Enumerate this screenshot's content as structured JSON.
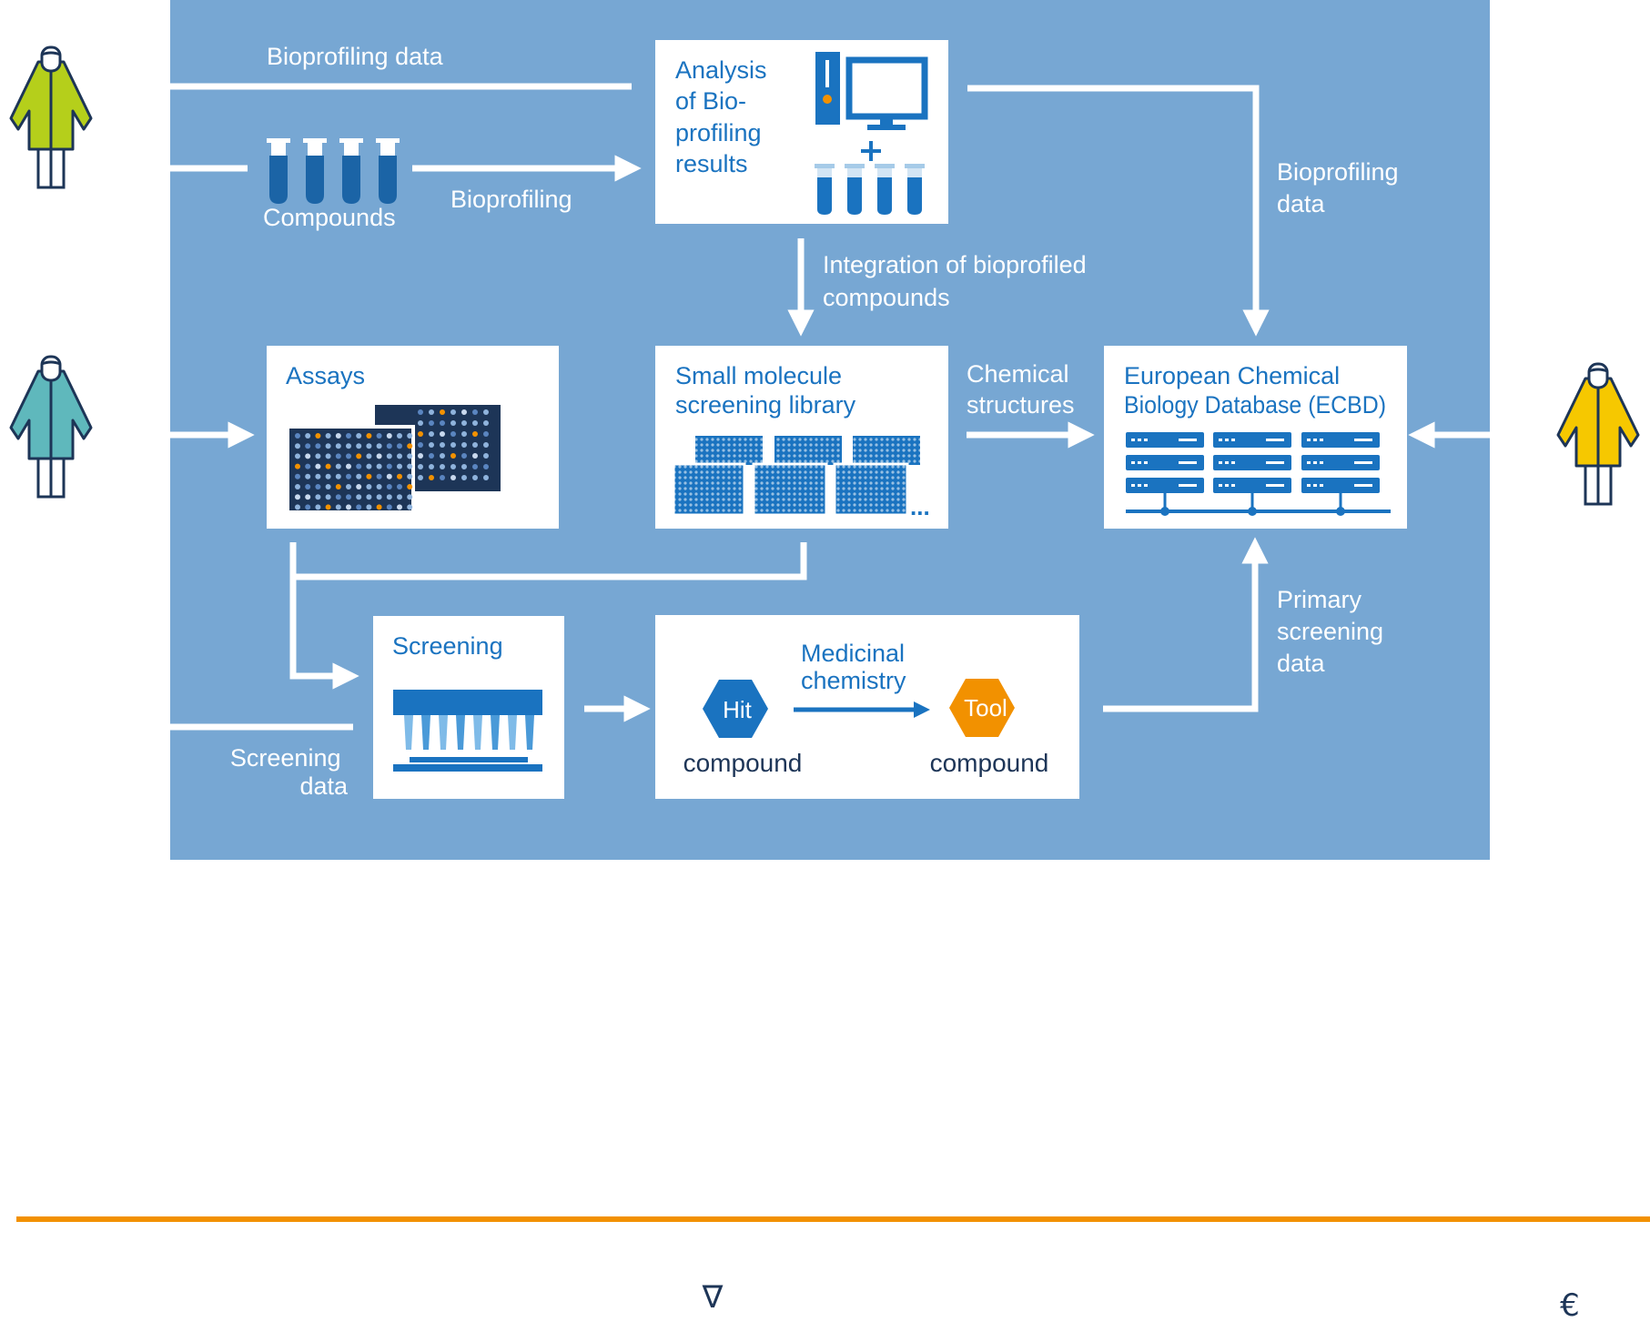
{
  "colors": {
    "panel": "#77a7d3",
    "box": "#ffffff",
    "accent_blue": "#1a73c0",
    "dark_navy": "#1d3557",
    "tube_blue": "#1b64a6",
    "orange": "#f29100",
    "lime": "#b5cf1b",
    "teal": "#5fb8bc",
    "yellow": "#f6c800",
    "footer_line": "#f29100"
  },
  "flow_labels": {
    "bioprofiling_data_top": "Bioprofiling data",
    "compounds": "Compounds",
    "bioprofiling": "Bioprofiling",
    "bioprofiling_data_right_1": "Bioprofiling",
    "bioprofiling_data_right_2": "data",
    "integration_1": "Integration of bioprofiled",
    "integration_2": "compounds",
    "chemical_structures_1": "Chemical",
    "chemical_structures_2": "structures",
    "primary_1": "Primary",
    "primary_2": "screening",
    "primary_3": "data",
    "screening_data_1": "Screening",
    "screening_data_2": "data"
  },
  "boxes": {
    "analysis": {
      "line1": "Analysis",
      "line2": "of Bio-",
      "line3": "profiling",
      "line4": "results"
    },
    "assays": {
      "title": "Assays"
    },
    "library": {
      "line1": "Small molecule",
      "line2": "screening library",
      "ellipsis": "..."
    },
    "ecbd": {
      "line1": "European Chemical",
      "line2": "Biology Database (ECBD)"
    },
    "screening": {
      "title": "Screening"
    },
    "medchem": {
      "label1": "Medicinal",
      "label2": "chemistry",
      "hit": "Hit",
      "tool": "Tool",
      "hit_compound": "compound",
      "tool_compound": "compound"
    }
  },
  "icons": {
    "person_left_top": "researcher-icon",
    "person_left_mid": "researcher-icon",
    "person_right": "researcher-icon",
    "computer": "computer-icon",
    "tubes": "test-tube-icon",
    "plates": "microplate-icon",
    "server": "server-icon",
    "dispenser": "dispenser-icon"
  },
  "footer": {
    "glyph_center": "∇",
    "glyph_right": "€"
  }
}
